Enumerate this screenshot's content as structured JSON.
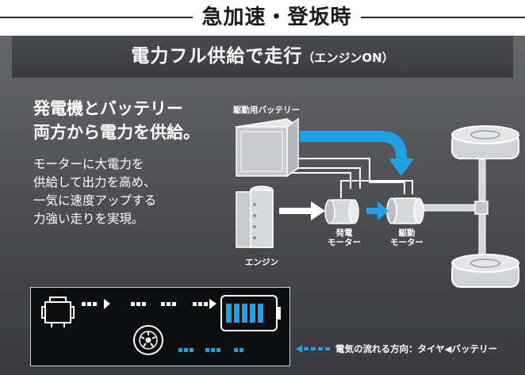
{
  "header": {
    "title": "急加速・登坂時"
  },
  "section": {
    "title": "電力フル供給で走行",
    "subtitle": "（エンジンON）"
  },
  "headline": {
    "line1": "発電機とバッテリー",
    "line2": "両方から電力を供給。"
  },
  "description": {
    "line1": "モーターに大電力を",
    "line2": "供給して出力を高め、",
    "line3": "一気に速度アップする",
    "line4": "力強い走りを実現。"
  },
  "diagram": {
    "battery_label": "駆動用バッテリー",
    "engine_label": "エンジン",
    "generator_label_1": "発電",
    "generator_label_2": "モーター",
    "drive_motor_label_1": "駆動",
    "drive_motor_label_2": "モーター"
  },
  "display": {
    "battery_level": 0.6
  },
  "legend": {
    "text": "電気の流れる方向：タイヤ◀バッテリー"
  },
  "colors": {
    "electric_flow": "#1ea2e4",
    "engine_flow": "#ffffff",
    "background": "#4a4b4f"
  }
}
